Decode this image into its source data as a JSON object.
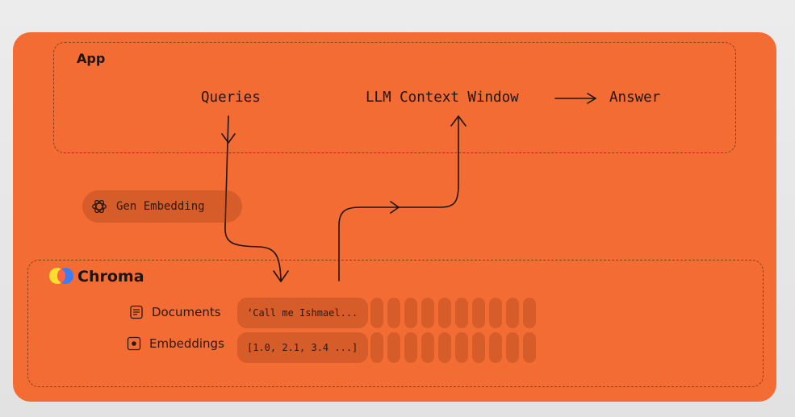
{
  "app": {
    "title": "App"
  },
  "flow": {
    "queries": "Queries",
    "context_window": "LLM Context Window",
    "answer": "Answer"
  },
  "gen_embedding": {
    "label": "Gen Embedding",
    "icon": "openai-icon"
  },
  "chroma": {
    "title": "Chroma",
    "logo": "chroma-logo",
    "logo_colors": [
      "#ffde2d",
      "#327eff",
      "#ff6446"
    ],
    "rows": [
      {
        "label": "Documents",
        "icon": "document-icon",
        "value": "‘Call me Ishmael..."
      },
      {
        "label": "Embeddings",
        "icon": "embedding-icon",
        "value": "[1.0, 2.1, 3.4 ...]"
      }
    ]
  },
  "colors": {
    "card": "#f26c33",
    "ink": "#1e1410",
    "background": "#e6e6e6"
  }
}
